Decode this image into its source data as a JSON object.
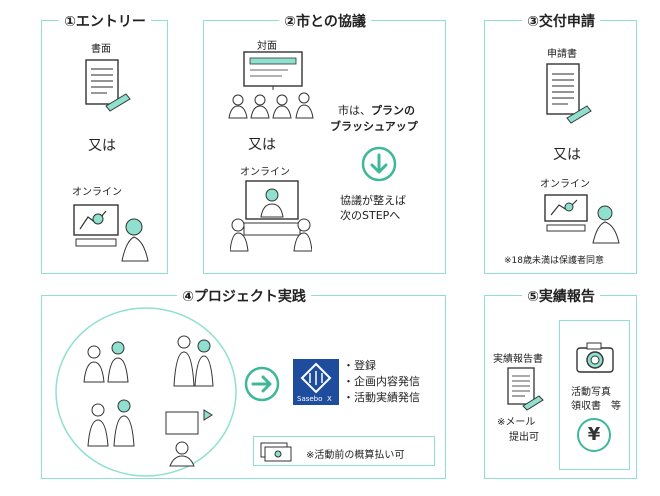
{
  "colors": {
    "accent": "#8fe0cf",
    "green": "#3fb89a",
    "ink": "#333333"
  },
  "step1": {
    "title": "①エントリー",
    "paper": "書面",
    "or": "又は",
    "online": "オンライン"
  },
  "step2": {
    "title": "②市との協議",
    "face": "対面",
    "or": "又は",
    "online": "オンライン",
    "brush_line1": "市は、",
    "brush_bold1": "プランの",
    "brush_bold2": "ブラッシュアップ",
    "agree_line1": "協議が整えば",
    "agree_line2": "次のSTEPへ"
  },
  "step3": {
    "title": "③交付申請",
    "doc": "申請書",
    "or": "又は",
    "online": "オンライン",
    "note": "※18歳未満は保護者同意"
  },
  "step4": {
    "title": "④プロジェクト実践",
    "logo_text": "Sasebo",
    "logo_x": "X",
    "bullets": [
      "・登録",
      "・企画内容発信",
      "・活動実績発信"
    ],
    "advance": "※活動前の概算払い可"
  },
  "step5": {
    "title": "⑤実績報告",
    "report": "実績報告書",
    "mail1": "※メール",
    "mail2": "提出可",
    "photo1": "活動写真",
    "photo2": "領収書　等",
    "yen": "¥"
  }
}
